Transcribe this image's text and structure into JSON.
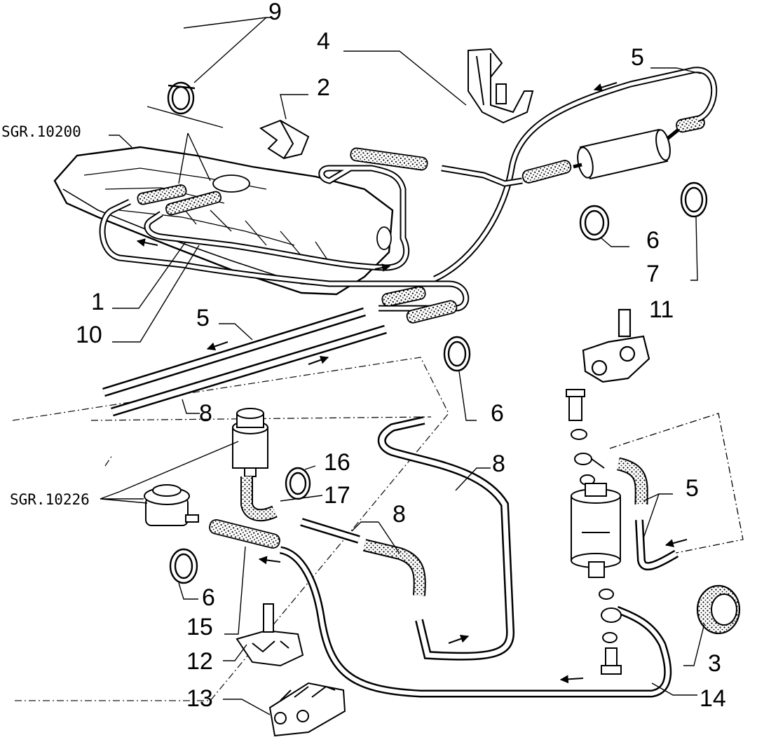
{
  "diagram": {
    "references": {
      "tank": "SGR.10200",
      "regulator": "SGR.10226"
    },
    "callouts": {
      "c9": "9",
      "c4": "4",
      "c5_top": "5",
      "c2": "2",
      "c6_right": "6",
      "c7": "7",
      "c11": "11",
      "c1": "1",
      "c10": "10",
      "c5_mid": "5",
      "c8_left": "8",
      "c6_mid": "6",
      "c8_mid": "8",
      "c16": "16",
      "c17": "17",
      "c8_low": "8",
      "c5_right": "5",
      "c6_low": "6",
      "c15": "15",
      "c12": "12",
      "c3": "3",
      "c13": "13",
      "c14": "14"
    }
  }
}
